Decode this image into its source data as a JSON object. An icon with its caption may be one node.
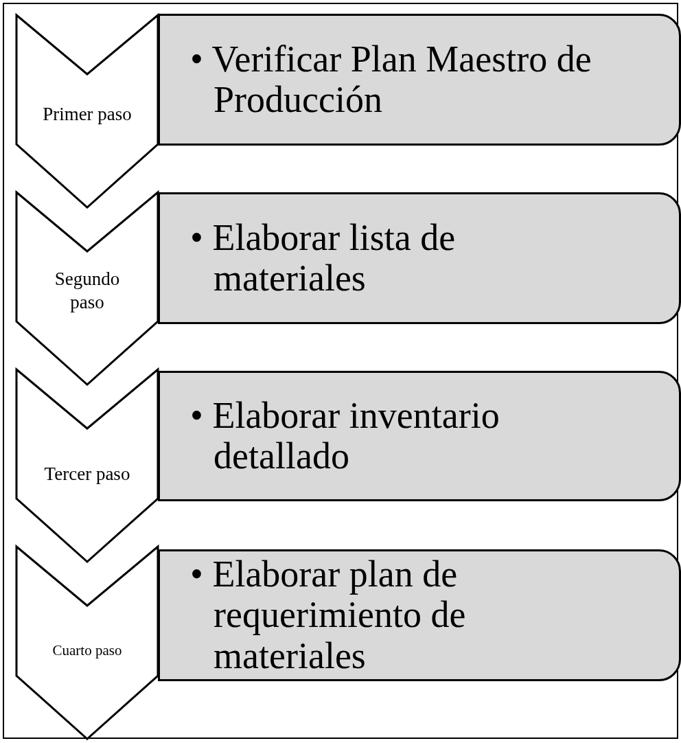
{
  "diagram": {
    "nodes": [
      {
        "text": [
          "Primer paso"
        ]
      },
      {
        "text": [
          "• Verificar Plan Maestro de Producción"
        ]
      },
      {
        "text": [
          "Segundo paso"
        ]
      },
      {
        "text": [
          "• Elaborar lista de materiales"
        ]
      },
      {
        "text": [
          "Tercer paso"
        ]
      },
      {
        "text": [
          "• Elaborar inventario detallado"
        ]
      },
      {
        "text": [
          "Cuarto paso"
        ]
      },
      {
        "text": [
          "• Elaborar plan de requerimiento de materiales"
        ]
      }
    ]
  }
}
